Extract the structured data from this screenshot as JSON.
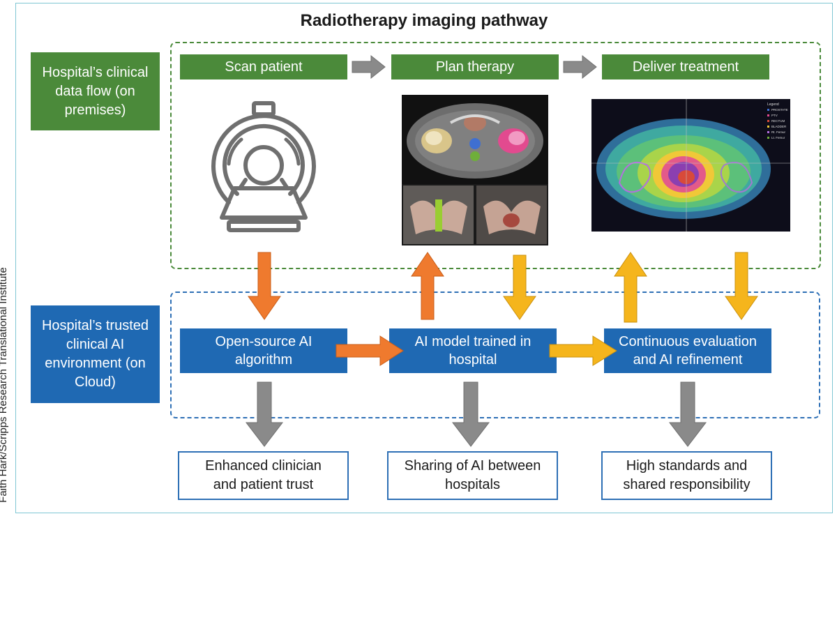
{
  "title": "Radiotherapy imaging pathway",
  "credit": "Faith Hark/Scripps Research Translational Institute",
  "side_labels": {
    "clinical": "Hospital’s clinical data flow (on premises)",
    "cloud": "Hospital’s trusted clinical AI environment (on Cloud)"
  },
  "steps": [
    "Scan patient",
    "Plan therapy",
    "Deliver treatment"
  ],
  "ai_boxes": [
    "Open-source AI algorithm",
    "AI model trained in hospital",
    "Continuous evaluation and AI refinement"
  ],
  "outcomes": [
    "Enhanced clinician and patient trust",
    "Sharing of AI between hospitals",
    "High standards and shared responsibility"
  ],
  "legend": [
    "PROSTATE",
    "PTV",
    "RECTUM",
    "BLADDER",
    "Rt. Femur",
    "Lt. Femur"
  ],
  "legend_title": "Legend",
  "colors": {
    "green": "#4b8a3a",
    "blue": "#1f69b3",
    "orange": "#ef7a2e",
    "yellow": "#f5b51c",
    "gray": "#8a8a8a"
  },
  "icons": [
    "ct-scanner-icon",
    "ct-scan-image",
    "dose-map-image"
  ]
}
